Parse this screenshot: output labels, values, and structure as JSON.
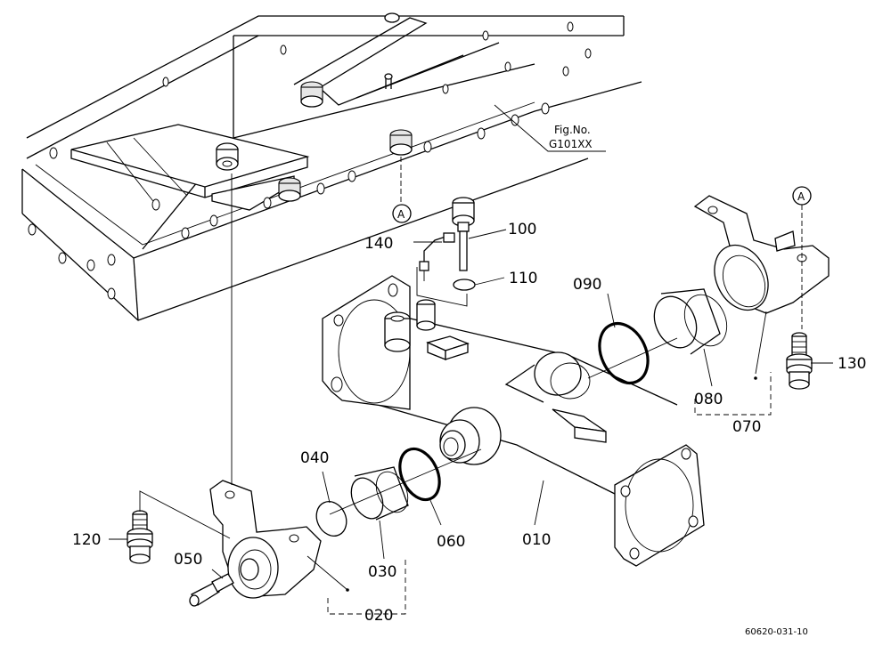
{
  "figure_ref": {
    "line1": "Fig.No.",
    "line2": "G101XX"
  },
  "drawing_code": "60620-031-10",
  "view_markers": {
    "a_left": "A",
    "a_right": "A"
  },
  "parts": {
    "p010": "010",
    "p020": "020",
    "p030": "030",
    "p040": "040",
    "p050": "050",
    "p060": "060",
    "p070": "070",
    "p080": "080",
    "p090": "090",
    "p100": "100",
    "p110": "110",
    "p120": "120",
    "p130": "130",
    "p140": "140"
  }
}
